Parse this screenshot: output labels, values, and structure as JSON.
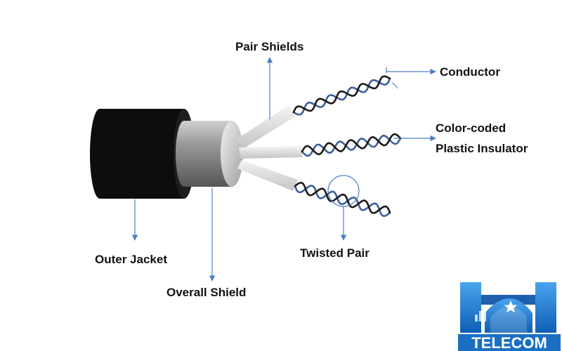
{
  "labels": {
    "pair_shields": "Pair Shields",
    "conductor": "Conductor",
    "color_coded_line1": "Color-coded",
    "color_coded_line2": "Plastic Insulator",
    "twisted_pair": "Twisted Pair",
    "outer_jacket": "Outer Jacket",
    "overall_shield": "Overall Shield"
  },
  "logo": {
    "text": "TELECOM"
  },
  "colors": {
    "jacket": "#0d0d0d",
    "shield": "#8a8a8a",
    "pair_shield": "#d9d9d9",
    "wire_blue": "#3c5f9e",
    "wire_black": "#1a1a1a",
    "arrow": "#4f7ec4",
    "logo_blue": "#1a6fc4",
    "logo_band": "#1e5fae"
  },
  "icons": [
    "star-icon"
  ]
}
